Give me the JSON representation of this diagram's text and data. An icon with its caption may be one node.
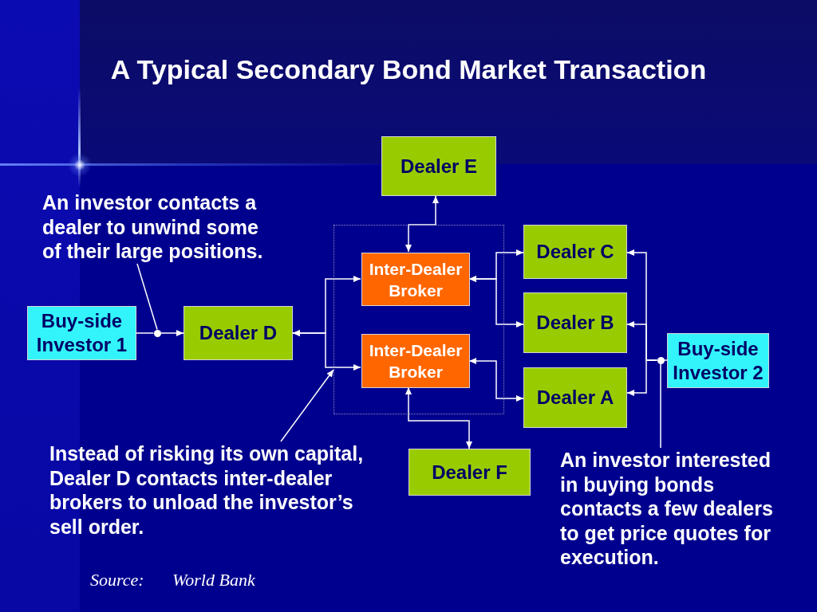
{
  "diagram": {
    "title": "A Typical Secondary Bond Market Transaction",
    "nodes": [
      {
        "text": [
          "Buy-side Investor 1"
        ]
      },
      {
        "text": [
          "Dealer D"
        ]
      },
      {
        "text": [
          "Dealer E"
        ]
      },
      {
        "text": [],
        "shape": "box"
      },
      {
        "text": [
          "Inter-Dealer Broker"
        ],
        "in": 3
      },
      {
        "text": [
          "Inter-Dealer Broker"
        ],
        "in": 3
      },
      {
        "text": [
          "Dealer C"
        ]
      },
      {
        "text": [
          "Dealer B"
        ]
      },
      {
        "text": [
          "Dealer A"
        ]
      },
      {
        "text": [
          "Buy-side Investor 2"
        ]
      },
      {
        "text": [
          "Dealer F"
        ]
      },
      {
        "text": [
          "An investor contacts a dealer to unwind some of their large positions."
        ]
      },
      {
        "text": [
          "Instead of risking its own capital, Dealer D contacts inter-dealer brokers to unload the investor’s sell order."
        ]
      },
      {
        "text": [
          "An investor interested in buying bonds contacts a few dealers to get price quotes for execution."
        ]
      },
      {
        "text": [],
        "shape": "circle"
      },
      {
        "text": [],
        "shape": "circle"
      }
    ],
    "edges": [
      {
        "from": 0,
        "to": 14,
        "arrow": "none"
      },
      {
        "from": 14,
        "to": 1,
        "arrow": "to"
      },
      {
        "from": 1,
        "to": 4,
        "arrow": "both"
      },
      {
        "from": 1,
        "to": 5,
        "arrow": "both"
      },
      {
        "from": 4,
        "to": 2,
        "arrow": "both"
      },
      {
        "from": 4,
        "to": 6,
        "arrow": "both"
      },
      {
        "from": 4,
        "to": 7,
        "arrow": "both"
      },
      {
        "from": 5,
        "to": 8,
        "arrow": "both"
      },
      {
        "from": 5,
        "to": 10,
        "arrow": "both"
      },
      {
        "from": 9,
        "to": 15,
        "arrow": "none"
      },
      {
        "from": 15,
        "to": 6,
        "arrow": "to"
      },
      {
        "from": 15,
        "to": 7,
        "arrow": "to"
      },
      {
        "from": 15,
        "to": 8,
        "arrow": "to"
      },
      {
        "from": 11,
        "to": 14,
        "arrow": "none"
      },
      {
        "from": 12,
        "to": 3,
        "arrow": "to"
      },
      {
        "from": 13,
        "to": 15,
        "arrow": "none"
      }
    ],
    "labels": [
      "Source:",
      "World Bank"
    ]
  }
}
